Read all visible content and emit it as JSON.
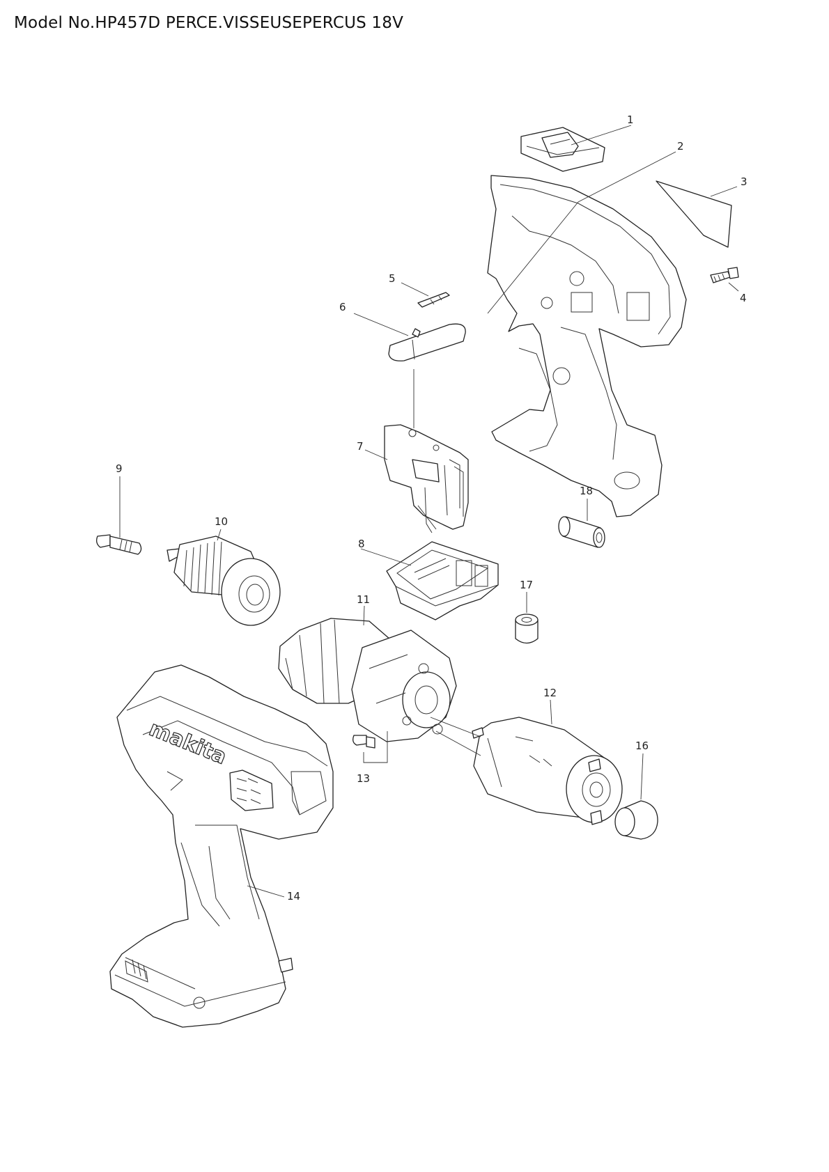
{
  "header": {
    "title": "Model No.HP457D PERCE.VISSEUSEPERCUS 18V"
  },
  "callouts": {
    "p1": "1",
    "p2": "2",
    "p3": "3",
    "p4": "4",
    "p5": "5",
    "p6": "6",
    "p7": "7",
    "p8": "8",
    "p9": "9",
    "p10": "10",
    "p11": "11",
    "p12": "12",
    "p13": "13",
    "p14": "14",
    "p16": "16",
    "p17": "17",
    "p18": "18"
  },
  "housing": {
    "brand_logo": "makita"
  }
}
